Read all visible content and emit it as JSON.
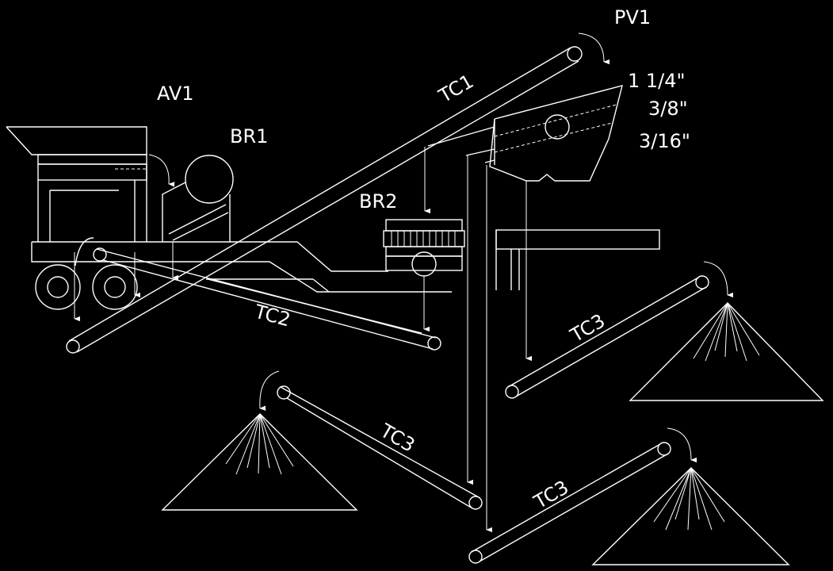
{
  "colors": {
    "background": "#000000",
    "stroke": "#ffffff"
  },
  "labels": {
    "pv1": "PV1",
    "av1": "AV1",
    "br1": "BR1",
    "br2": "BR2",
    "tc1": "TC1",
    "tc2": "TC2",
    "tc3_upper": "TC3",
    "tc3_mid": "TC3",
    "tc3_lower": "TC3",
    "size_1": "1 1/4\"",
    "size_2": "3/8\"",
    "size_3": "3/16\""
  }
}
